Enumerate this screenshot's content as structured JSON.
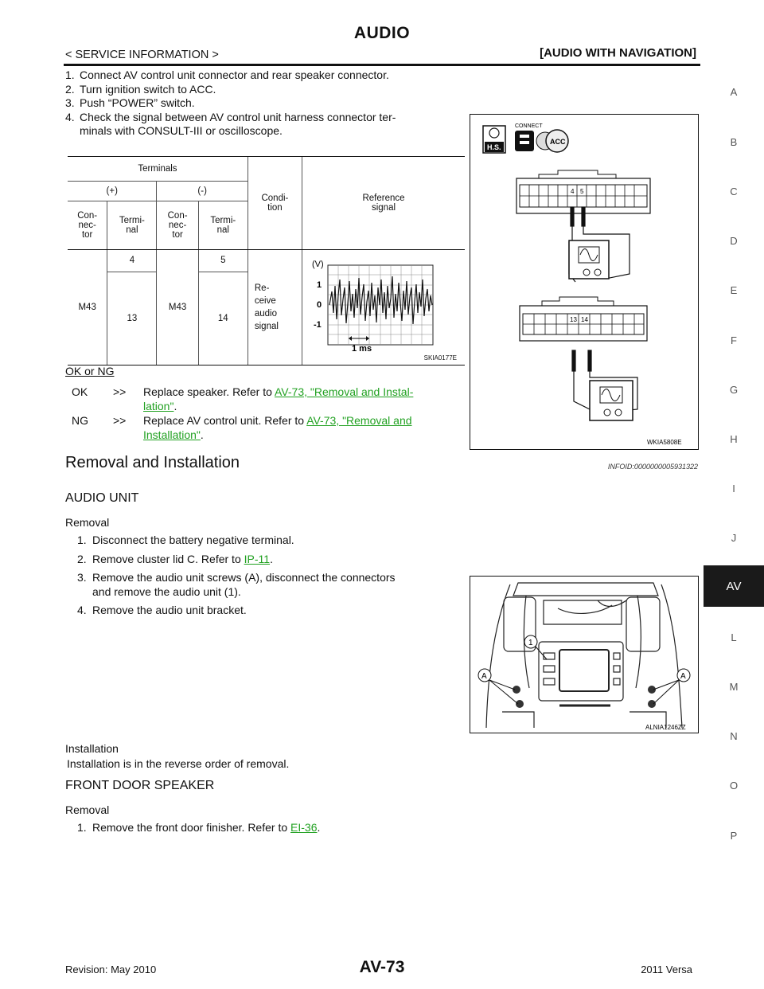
{
  "header": {
    "title": "AUDIO",
    "section": "< SERVICE INFORMATION >",
    "subsection": "[AUDIO WITH NAVIGATION]"
  },
  "steps_intro": [
    {
      "num": "1.",
      "text": "Connect AV control unit connector and rear speaker connector."
    },
    {
      "num": "2.",
      "text": "Turn ignition switch to ACC."
    },
    {
      "num": "3.",
      "text": "Push “POWER” switch."
    },
    {
      "num": "4.",
      "text": "Check the signal between AV control unit harness connector ter-"
    },
    {
      "num": "",
      "text": "minals with CONSULT-III or oscilloscope."
    }
  ],
  "table": {
    "terminals": "Terminals",
    "plus": "(+)",
    "minus": "(-)",
    "connector": "Con-\nnec-\ntor",
    "terminal": "Termi-\nnal",
    "condition": "Condi-\ntion",
    "reference": "Reference\nsignal",
    "conn_plus": "M43",
    "term_plus_1": "4",
    "term_plus_2": "13",
    "conn_minus": "M43",
    "term_minus_1": "5",
    "term_minus_2": "14",
    "cond_value": "Re-\nceive\naudio\nsignal",
    "scope": {
      "unit": "(V)",
      "y_ticks": [
        "1",
        "0",
        "-1"
      ],
      "time": "1 ms",
      "caption": "SKIA0177E"
    }
  },
  "figure1": {
    "connect_label": "CONNECT",
    "hs_label": "H.S.",
    "acc_label": "ACC",
    "pin_labels_top": [
      "4",
      "5"
    ],
    "pin_labels_bottom": [
      "13",
      "14"
    ],
    "caption": "WKIA5808E"
  },
  "ok_ng": "OK or NG",
  "results": [
    {
      "label": "OK",
      "arrow": ">>",
      "text": "Replace speaker. Refer to ",
      "link": "AV-73, \"Removal and Instal-",
      "link2": "lation\"",
      "tail": "."
    },
    {
      "label": "NG",
      "arrow": ">>",
      "text": "Replace AV control unit. Refer to ",
      "link": "AV-73, \"Removal and",
      "link2": "Installation\"",
      "tail": "."
    }
  ],
  "removal_section": {
    "title": "Removal and Installation",
    "info_id": "INFOID:0000000005931322",
    "audio_unit": "AUDIO UNIT",
    "removal": "Removal",
    "steps": [
      {
        "num": "1.",
        "text": "Disconnect the battery negative terminal."
      },
      {
        "num": "2.",
        "text": "Remove cluster lid C. Refer to ",
        "link": "IP-11",
        "tail": "."
      },
      {
        "num": "3.",
        "text": "Remove the audio unit screws (A), disconnect the connectors"
      },
      {
        "num": "",
        "text": "and remove the audio unit (1)."
      },
      {
        "num": "4.",
        "text": "Remove the audio unit bracket."
      }
    ],
    "installation": "Installation",
    "installation_text": "Installation is in the reverse order of removal.",
    "front_door_speaker": "FRONT DOOR SPEAKER",
    "removal2": "Removal",
    "step_door": {
      "num": "1.",
      "text": "Remove the front door finisher. Refer to ",
      "link": "EI-36",
      "tail": "."
    }
  },
  "figure2": {
    "label_1": "1",
    "label_A": "A",
    "caption": "ALNIA1246ZZ"
  },
  "sidebar": {
    "letters": [
      "A",
      "B",
      "C",
      "D",
      "E",
      "F",
      "G",
      "H",
      "I",
      "J",
      "L",
      "M",
      "N",
      "O",
      "P"
    ],
    "active": "AV"
  },
  "footer": {
    "revision": "Revision: May 2010",
    "page": "AV-73",
    "model": "2011 Versa"
  }
}
